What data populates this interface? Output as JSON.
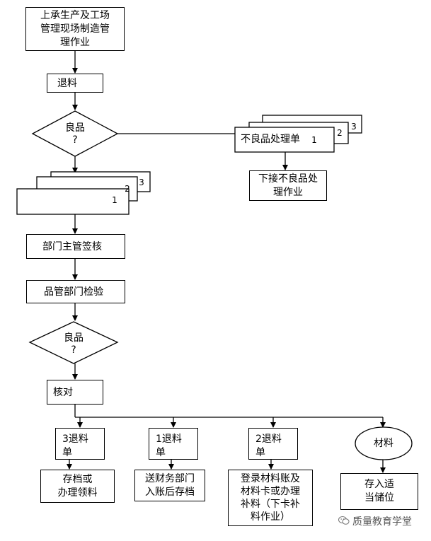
{
  "nodes": {
    "start": "上承生产及工场\n管理现场制造管\n理作业",
    "return_material": "退料",
    "good_q1": "良品\n?",
    "defect_doc": "不良品处理单",
    "defect_doc_n1": "1",
    "defect_doc_n2": "2",
    "defect_doc_n3": "3",
    "defect_next": "下接不良品处\n理作业",
    "doc_stack_n1": "1",
    "doc_stack_n2": "2",
    "doc_stack_n3": "3",
    "dept_head": "部门主管签核",
    "qc_inspect": "品管部门检验",
    "good_q2": "良品\n?",
    "verify": "核对",
    "slip3": "3退料\n单",
    "slip1": "1退料\n单",
    "slip2": "2退料\n单",
    "material": "材料",
    "archive": "存档或\n办理领料",
    "finance": "送财务部门\n入账后存档",
    "ledger": "登录材料账及\n材料卡或办理\n补料（下卡补\n料作业）",
    "storage": "存入适\n当储位"
  },
  "watermark": "质量教育学堂"
}
